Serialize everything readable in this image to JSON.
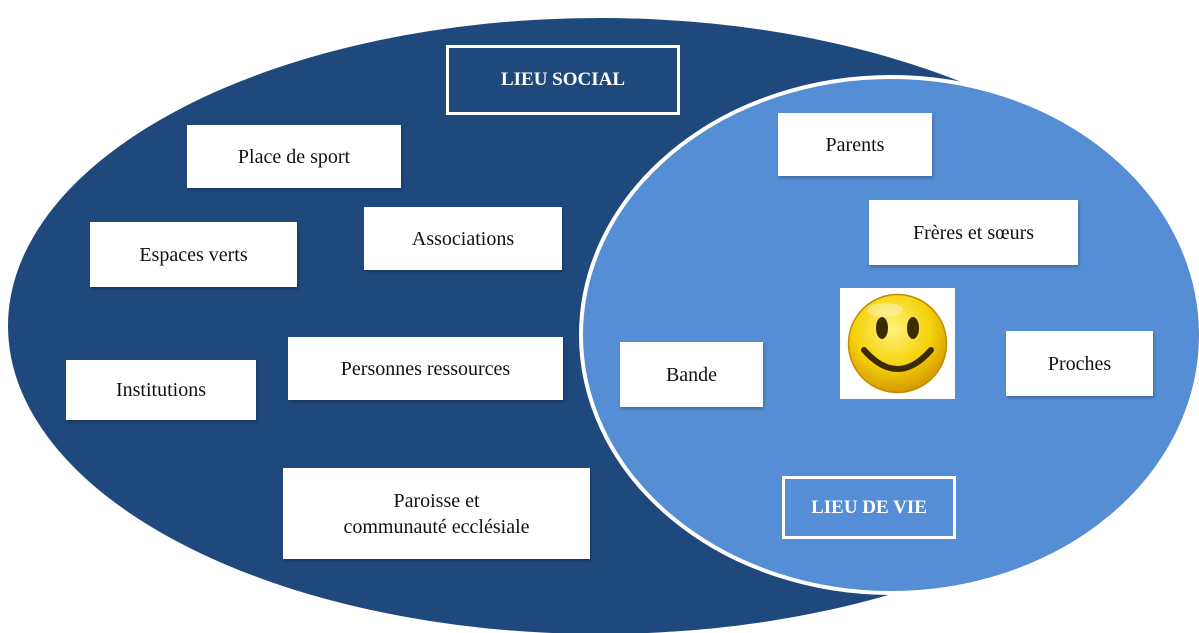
{
  "colors": {
    "social_area": "#1f497d",
    "life_area": "#558ed5",
    "border": "#ffffff",
    "smiley_face": "#f5d20a",
    "smiley_features": "#3a2a00"
  },
  "social": {
    "title": "LIEU SOCIAL",
    "items": {
      "sport": "Place de sport",
      "green": "Espaces verts",
      "associations": "Associations",
      "institutions": "Institutions",
      "resources": "Personnes ressources",
      "parish_line1": "Paroisse et",
      "parish_line2": "communauté ecclésiale"
    }
  },
  "life": {
    "title": "LIEU DE VIE",
    "items": {
      "parents": "Parents",
      "siblings": "Frères et sœurs",
      "band": "Bande",
      "relatives": "Proches"
    },
    "center_icon": "smiley-face-icon"
  }
}
